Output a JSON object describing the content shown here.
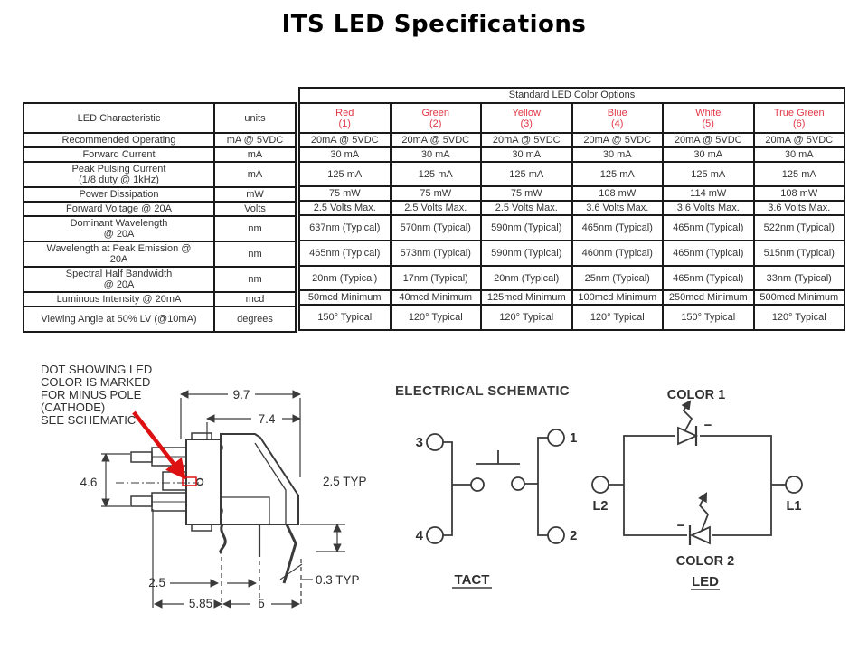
{
  "title": "ITS LED Specifications",
  "table": {
    "banner": "Standard LED Color Options",
    "col1_header": "LED Characteristic",
    "col2_header": "units",
    "accent_red": "#e23847",
    "color_headers": [
      {
        "name": "Red",
        "num": "(1)"
      },
      {
        "name": "Green",
        "num": "(2)"
      },
      {
        "name": "Yellow",
        "num": "(3)"
      },
      {
        "name": "Blue",
        "num": "(4)"
      },
      {
        "name": "White",
        "num": "(5)"
      },
      {
        "name": "True Green",
        "num": "(6)"
      }
    ],
    "rows": [
      {
        "label": "Recommended Operating",
        "label2": "",
        "units": "mA @ 5VDC",
        "values": [
          "20mA @ 5VDC",
          "20mA @ 5VDC",
          "20mA @ 5VDC",
          "20mA @ 5VDC",
          "20mA @ 5VDC",
          "20mA @ 5VDC"
        ]
      },
      {
        "label": "Forward Current",
        "label2": "",
        "units": "mA",
        "values": [
          "30 mA",
          "30 mA",
          "30 mA",
          "30 mA",
          "30 mA",
          "30 mA"
        ]
      },
      {
        "label": "Peak Pulsing Current",
        "label2": "(1/8 duty @ 1kHz)",
        "units": "mA",
        "values": [
          "125 mA",
          "125 mA",
          "125 mA",
          "125 mA",
          "125 mA",
          "125 mA"
        ]
      },
      {
        "label": "Power Dissipation",
        "label2": "",
        "units": "mW",
        "values": [
          "75 mW",
          "75 mW",
          "75 mW",
          "108 mW",
          "114 mW",
          "108 mW"
        ]
      },
      {
        "label": "Forward Voltage @ 20A",
        "label2": "",
        "units": "Volts",
        "values": [
          "2.5 Volts Max.",
          "2.5 Volts Max.",
          "2.5 Volts Max.",
          "3.6 Volts Max.",
          "3.6 Volts Max.",
          "3.6 Volts Max."
        ]
      },
      {
        "label": "Dominant Wavelength",
        "label2": "@ 20A",
        "units": "nm",
        "values": [
          "637nm (Typical)",
          "570nm (Typical)",
          "590nm (Typical)",
          "465nm (Typical)",
          "465nm (Typical)",
          "522nm (Typical)"
        ]
      },
      {
        "label": "Wavelength at Peak Emission @",
        "label2": "20A",
        "units": "nm",
        "values": [
          "465nm (Typical)",
          "573nm (Typical)",
          "590nm (Typical)",
          "460nm (Typical)",
          "465nm (Typical)",
          "515nm (Typical)"
        ]
      },
      {
        "label": "Spectral Half Bandwidth",
        "label2": "@ 20A",
        "units": "nm",
        "values": [
          "20nm (Typical)",
          "17nm (Typical)",
          "20nm (Typical)",
          "25nm (Typical)",
          "465nm (Typical)",
          "33nm (Typical)"
        ]
      },
      {
        "label": "Luminous Intensity @ 20mA",
        "label2": "",
        "units": "mcd",
        "values": [
          "50mcd Minimum",
          "40mcd Minimum",
          "125mcd Minimum",
          "100mcd Minimum",
          "250mcd Minimum",
          "500mcd Minimum"
        ]
      },
      {
        "label": "Viewing Angle at 50% LV (@10mA)",
        "label2": "",
        "units": "degrees",
        "values": [
          "150° Typical",
          "120° Typical",
          "120° Typical",
          "120° Typical",
          "150° Typical",
          "120° Typical"
        ]
      }
    ]
  },
  "mech": {
    "note_lines": [
      "DOT SHOWING LED",
      "COLOR IS MARKED",
      "FOR MINUS POLE",
      "(CATHODE)",
      "SEE SCHEMATIC"
    ],
    "dim_width_outer": "9.7",
    "dim_width_inner": "7.4",
    "dim_height_left": "4.6",
    "dim_pin_length": "2.5 TYP",
    "dim_pin_gap": "2.5",
    "dim_offset": "5.85",
    "dim_pitch": "5",
    "dim_pin_thickness": "0.3 TYP",
    "arrow_color": "#dd1111"
  },
  "schematic": {
    "title": "ELECTRICAL SCHEMATIC",
    "tact": {
      "label": "TACT",
      "terminal_3": "3",
      "terminal_4": "4",
      "terminal_1": "1",
      "terminal_2": "2"
    },
    "led": {
      "label": "LED",
      "color1": "COLOR 1",
      "color2": "COLOR 2",
      "left_terminal": "L2",
      "right_terminal": "L1",
      "minus": "−"
    }
  }
}
